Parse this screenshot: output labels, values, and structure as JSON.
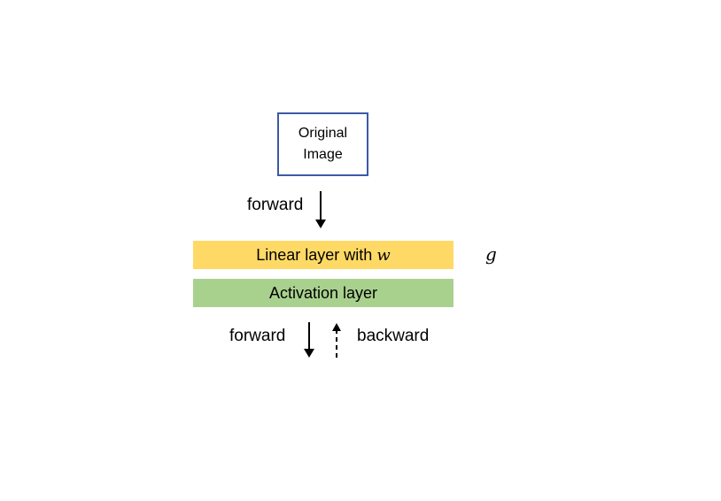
{
  "nodes": {
    "original_image": {
      "line1": "Original",
      "line2": "Image"
    },
    "linear_layer": {
      "text": "Linear layer with ",
      "var": "w"
    },
    "activation_layer": {
      "text": "Activation layer"
    },
    "g_symbol": "g"
  },
  "edges": {
    "top_forward": "forward",
    "bottom_forward": "forward",
    "backward": "backward"
  },
  "colors": {
    "image_border": "#3b5aa8",
    "linear_fill": "#ffd966",
    "activation_fill": "#a9d18e",
    "arrow": "#000000"
  }
}
